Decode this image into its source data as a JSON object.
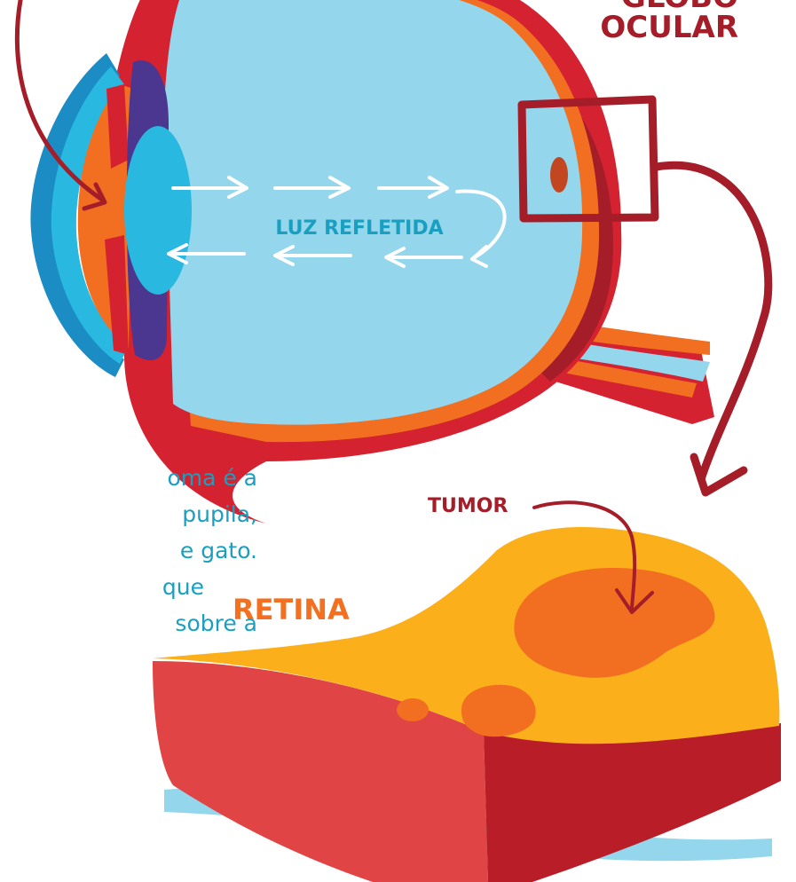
{
  "labels": {
    "eyeball_line1": "GLOBO",
    "eyeball_line2": "OCULAR",
    "reflected_light": "LUZ REFLETIDA",
    "tumor": "TUMOR",
    "retina": "RETINA"
  },
  "body_text": {
    "lines": [
      "oma é a",
      "pupila,",
      "e gato.",
      "que",
      "sobre a"
    ]
  },
  "colors": {
    "dark_red": "#a51d28",
    "red": "#d42231",
    "orange": "#f26f21",
    "light_blue": "#94d6ec",
    "cyan": "#29b8e0",
    "blue": "#1b8cc4",
    "purple": "#4b3690",
    "yellow": "#fbb01b",
    "label_blue": "#1a9fc0",
    "label_red": "#a51d28",
    "label_orange": "#f37021"
  },
  "icons": {
    "eye": "eyeball-cross-section",
    "retina": "retina-slab",
    "arrows": "curved-arrow"
  }
}
